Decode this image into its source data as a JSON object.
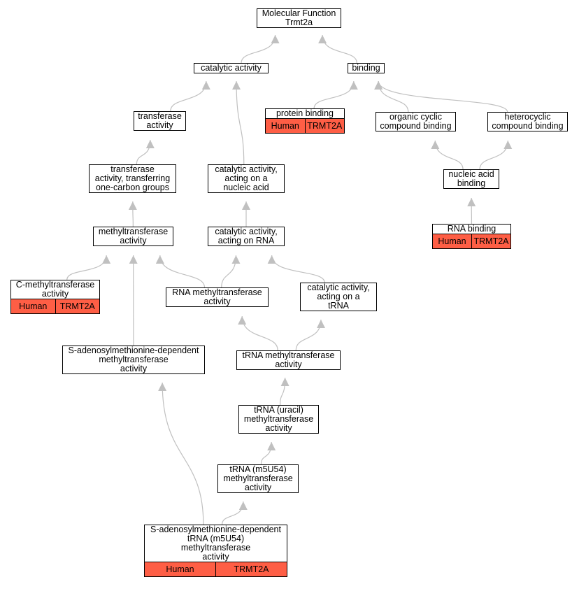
{
  "nodes": [
    {
      "id": "mf",
      "lines": [
        "Molecular Function",
        "Trmt2a"
      ]
    },
    {
      "id": "catalytic",
      "lines": [
        "catalytic activity"
      ]
    },
    {
      "id": "binding",
      "lines": [
        "binding"
      ]
    },
    {
      "id": "transferase",
      "lines": [
        "transferase",
        "activity"
      ]
    },
    {
      "id": "protein_binding",
      "lines": [
        "protein binding"
      ],
      "annotation": [
        "Human",
        "TRMT2A"
      ]
    },
    {
      "id": "organic_cyclic",
      "lines": [
        "organic cyclic",
        "compound binding"
      ]
    },
    {
      "id": "heterocyclic",
      "lines": [
        "heterocyclic",
        "compound binding"
      ]
    },
    {
      "id": "transferase_one_carbon",
      "lines": [
        "transferase",
        "activity, transferring",
        "one-carbon groups"
      ]
    },
    {
      "id": "cat_nucleic",
      "lines": [
        "catalytic activity,",
        "acting on a",
        "nucleic acid"
      ]
    },
    {
      "id": "nucleic_binding",
      "lines": [
        "nucleic acid",
        "binding"
      ]
    },
    {
      "id": "methyltransferase",
      "lines": [
        "methyltransferase",
        "activity"
      ]
    },
    {
      "id": "cat_rna",
      "lines": [
        "catalytic activity,",
        "acting on RNA"
      ]
    },
    {
      "id": "rna_binding",
      "lines": [
        "RNA binding"
      ],
      "annotation": [
        "Human",
        "TRMT2A"
      ]
    },
    {
      "id": "c_methyl",
      "lines": [
        "C-methyltransferase",
        "activity"
      ],
      "annotation": [
        "Human",
        "TRMT2A"
      ]
    },
    {
      "id": "rna_methyl",
      "lines": [
        "RNA methyltransferase",
        "activity"
      ]
    },
    {
      "id": "cat_trna",
      "lines": [
        "catalytic activity,",
        "acting on a",
        "tRNA"
      ]
    },
    {
      "id": "sam_methyl",
      "lines": [
        "S-adenosylmethionine-dependent",
        "methyltransferase",
        "activity"
      ]
    },
    {
      "id": "trna_methyl",
      "lines": [
        "tRNA methyltransferase",
        "activity"
      ]
    },
    {
      "id": "trna_uracil",
      "lines": [
        "tRNA (uracil)",
        "methyltransferase",
        "activity"
      ]
    },
    {
      "id": "trna_m5u54",
      "lines": [
        "tRNA (m5U54)",
        "methyltransferase",
        "activity"
      ]
    },
    {
      "id": "sam_trna_m5u54",
      "lines": [
        "S-adenosylmethionine-dependent",
        "tRNA (m5U54)",
        "methyltransferase",
        "activity"
      ],
      "annotation": [
        "Human",
        "TRMT2A"
      ]
    }
  ],
  "edges": [
    [
      "catalytic",
      "mf"
    ],
    [
      "binding",
      "mf"
    ],
    [
      "transferase",
      "catalytic"
    ],
    [
      "cat_nucleic",
      "catalytic"
    ],
    [
      "protein_binding",
      "binding"
    ],
    [
      "organic_cyclic",
      "binding"
    ],
    [
      "heterocyclic",
      "binding"
    ],
    [
      "transferase_one_carbon",
      "transferase"
    ],
    [
      "nucleic_binding",
      "organic_cyclic"
    ],
    [
      "nucleic_binding",
      "heterocyclic"
    ],
    [
      "methyltransferase",
      "transferase_one_carbon"
    ],
    [
      "cat_rna",
      "cat_nucleic"
    ],
    [
      "rna_binding",
      "nucleic_binding"
    ],
    [
      "c_methyl",
      "methyltransferase"
    ],
    [
      "rna_methyl",
      "methyltransferase"
    ],
    [
      "sam_methyl",
      "methyltransferase"
    ],
    [
      "rna_methyl",
      "cat_rna"
    ],
    [
      "cat_trna",
      "cat_rna"
    ],
    [
      "trna_methyl",
      "rna_methyl"
    ],
    [
      "trna_methyl",
      "cat_trna"
    ],
    [
      "trna_uracil",
      "trna_methyl"
    ],
    [
      "trna_m5u54",
      "trna_uracil"
    ],
    [
      "sam_trna_m5u54",
      "trna_m5u54"
    ],
    [
      "sam_trna_m5u54",
      "sam_methyl"
    ]
  ],
  "colors": {
    "annotation_fill": "#fe5e45",
    "edge": "#c0c0c0",
    "border": "#000000"
  }
}
